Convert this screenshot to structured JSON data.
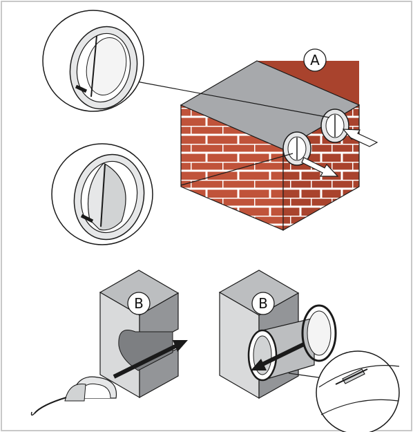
{
  "labels": {
    "top": "A",
    "bottom_left": "B",
    "bottom_right": "B"
  },
  "colors": {
    "frame": "#c8c8c8",
    "brick": "#c0533a",
    "mortar": "#ffffff",
    "wall_top": "#a7a9ac",
    "block_top": "#bcbec0",
    "block_side": "#d9dadb",
    "block_dark": "#939598",
    "line": "#1a1a1a"
  }
}
